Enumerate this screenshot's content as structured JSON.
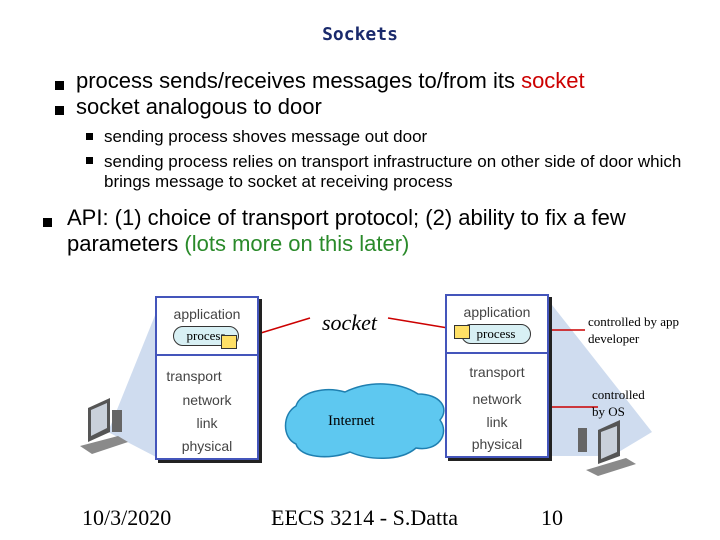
{
  "slide": {
    "title": "Sockets",
    "bullets": [
      {
        "text": "process sends/receives messages to/from its ",
        "highlight": "socket"
      },
      {
        "text": "socket analogous to door"
      }
    ],
    "sub_bullets": [
      "sending process shoves message out door",
      "sending process relies on transport infrastructure on other side of door which brings message to socket at receiving process"
    ],
    "api_bullet": {
      "text": "API: (1) choice of transport protocol; (2) ability to fix a few parameters ",
      "highlight": "(lots more on  this later)"
    }
  },
  "diagram": {
    "left_host": {
      "application": "application",
      "process": "process",
      "transport": "transport",
      "network": "network",
      "link": "link",
      "physical": "physical"
    },
    "right_host": {
      "application": "application",
      "process": "process",
      "transport": "transport",
      "network": "network",
      "link": "link",
      "physical": "physical"
    },
    "socket_label": "socket",
    "internet_label": "Internet",
    "controlled_by_app": "controlled by app developer",
    "controlled_by_os": "controlled by OS"
  },
  "footer": {
    "date": "10/3/2020",
    "course": "EECS 3214 - S.Datta",
    "page": "10"
  },
  "colors": {
    "title": "#1a2a6c",
    "socket_red": "#cc0000",
    "later_green": "#2a8a2a",
    "stack_border": "#4455bb",
    "cloud": "#5ec8f0",
    "cone": "#cfdcef"
  }
}
